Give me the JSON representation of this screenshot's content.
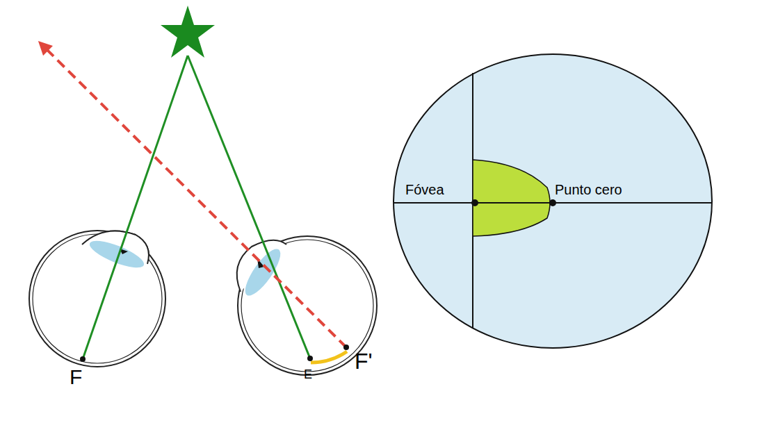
{
  "diagram": {
    "nodes": [
      {
        "text": [
          "Fóvea",
          "Punto cero"
        ]
      }
    ],
    "labels": [
      "F",
      "E",
      "F'"
    ]
  }
}
